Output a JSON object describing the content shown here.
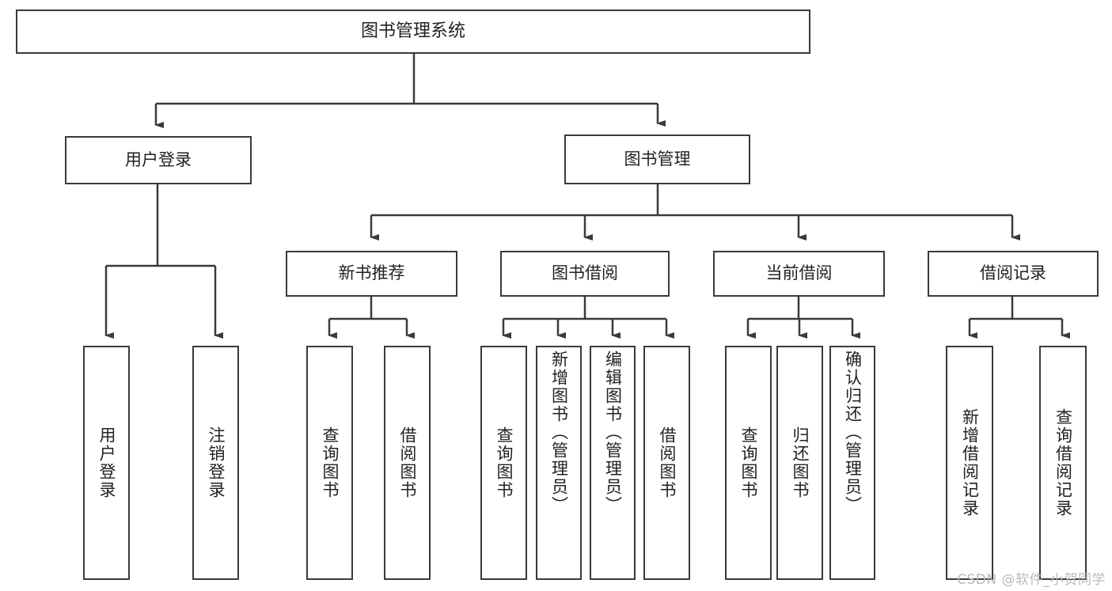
{
  "diagram": {
    "title": "图书管理系统",
    "type": "tree-hierarchy-diagram",
    "colors": {
      "box_border": "#3a3a3a",
      "box_fill": "#ffffff",
      "edge": "#3a3a3a",
      "text": "#222222",
      "watermark": "#b9b9b9",
      "background": "#ffffff"
    },
    "nodes": {
      "root": {
        "label": "图书管理系统"
      },
      "level1": [
        {
          "label": "用户登录"
        },
        {
          "label": "图书管理"
        }
      ],
      "level2": [
        {
          "label": "新书推荐"
        },
        {
          "label": "图书借阅"
        },
        {
          "label": "当前借阅"
        },
        {
          "label": "借阅记录"
        }
      ],
      "leaves": {
        "user_login": [
          {
            "label": "用户登录"
          },
          {
            "label": "注销登录"
          }
        ],
        "new_book_recommend": [
          {
            "label": "查询图书"
          },
          {
            "label": "借阅图书"
          }
        ],
        "book_borrow": [
          {
            "label": "查询图书"
          },
          {
            "label": "新增图书（管理员）"
          },
          {
            "label": "编辑图书（管理员）"
          },
          {
            "label": "借阅图书"
          }
        ],
        "current_borrow": [
          {
            "label": "查询图书"
          },
          {
            "label": "归还图书"
          },
          {
            "label": "确认归还（管理员）"
          }
        ],
        "borrow_record": [
          {
            "label": "新增借阅记录"
          },
          {
            "label": "查询借阅记录"
          }
        ]
      }
    },
    "watermark": "CSDN @软件_小贺同学"
  }
}
